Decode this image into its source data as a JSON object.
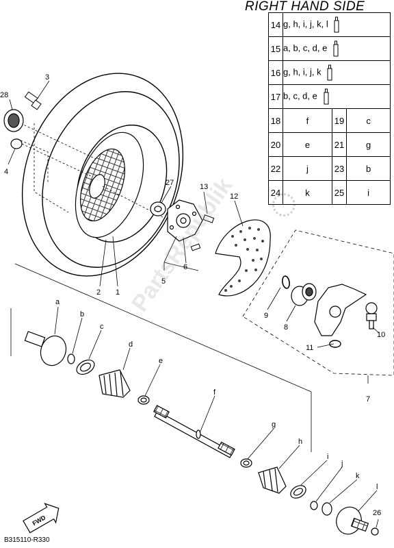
{
  "header": {
    "title": "RIGHT HAND SIDE"
  },
  "legend": {
    "wide_rows": [
      {
        "num": "14",
        "codes": "g, h, i, j, k, l"
      },
      {
        "num": "15",
        "codes": "a, b, c, d, e"
      },
      {
        "num": "16",
        "codes": "g, h, i, j, k"
      },
      {
        "num": "17",
        "codes": "b, c, d, e"
      }
    ],
    "pair_rows": [
      {
        "n1": "18",
        "v1": "f",
        "n2": "19",
        "v2": "c"
      },
      {
        "n1": "20",
        "v1": "e",
        "n2": "21",
        "v2": "g"
      },
      {
        "n1": "22",
        "v1": "j",
        "n2": "23",
        "v2": "b"
      },
      {
        "n1": "24",
        "v1": "k",
        "n2": "25",
        "v2": "i"
      }
    ]
  },
  "callouts": {
    "c1": "1",
    "c2": "2",
    "c3": "3",
    "c4": "4",
    "c5": "5",
    "c6": "6",
    "c7": "7",
    "c8": "8",
    "c9": "9",
    "c10": "10",
    "c11": "11",
    "c12": "12",
    "c13": "13",
    "c26": "26",
    "c27": "27",
    "c28": "28",
    "a": "a",
    "b": "b",
    "c": "c",
    "d": "d",
    "e": "e",
    "f": "f",
    "g": "g",
    "h": "h",
    "i": "i",
    "j": "j",
    "k": "k",
    "l": "l"
  },
  "fwd_label": "FWD",
  "watermark": "PartsRepublik",
  "footer": {
    "code": "B315110-R330"
  },
  "icons": {
    "bottle": "grease-tube-icon",
    "cog": "cog-watermark-icon",
    "fwd": "forward-arrow-icon"
  }
}
